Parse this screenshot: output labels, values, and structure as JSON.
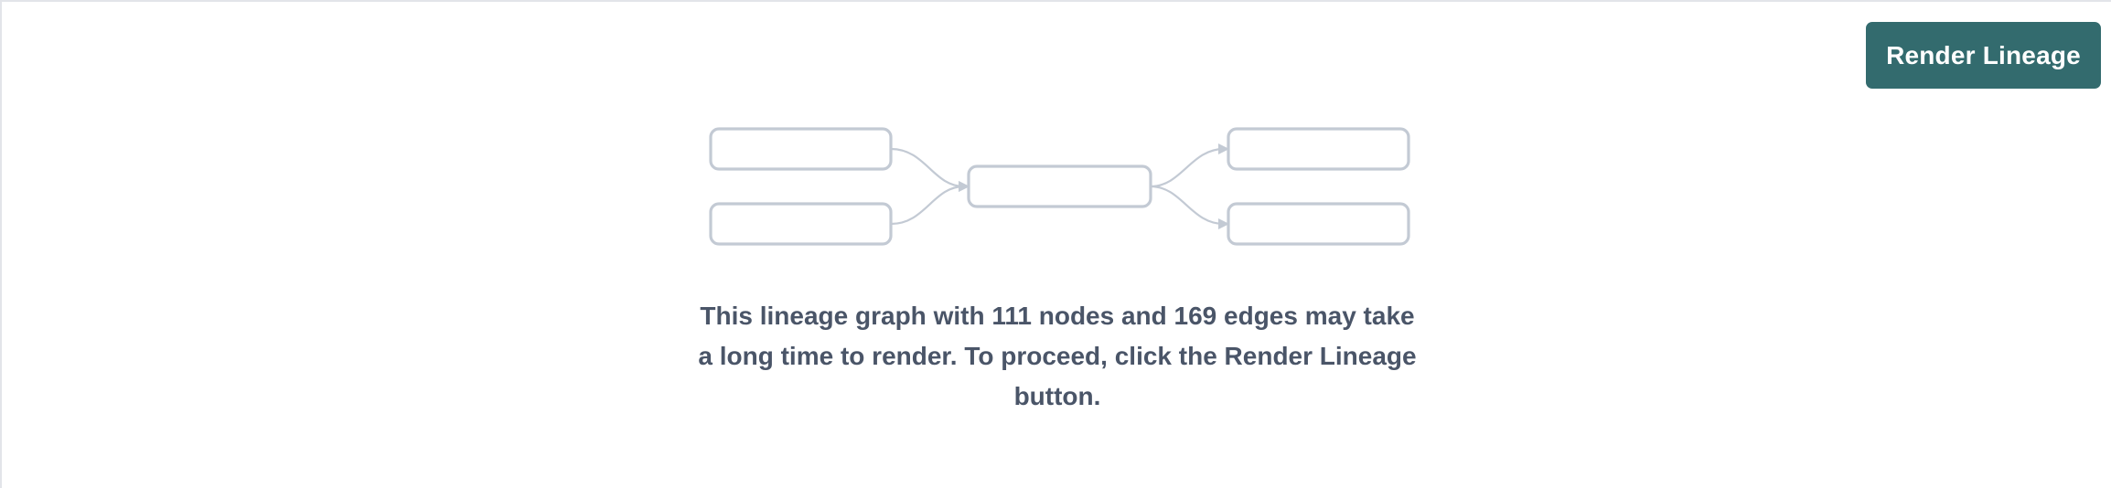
{
  "toolbar": {
    "render_button_label": "Render Lineage"
  },
  "message": {
    "text": "This lineage graph with 111 nodes and 169 edges may take a long time to render. To proceed, click the Render Lineage button.",
    "node_count": "111",
    "edge_count": "169"
  },
  "colors": {
    "accent": "#336b6e",
    "accent_text": "#ffffff",
    "node_border": "#c3cad4",
    "edge": "#c3cad4",
    "message_text": "#4a5568",
    "panel_border": "#e2e4e9",
    "background": "#ffffff"
  },
  "graph_placeholder": {
    "nodes": [
      {
        "id": "source-a",
        "column": "left",
        "row": "top",
        "label": ""
      },
      {
        "id": "source-b",
        "column": "left",
        "row": "bottom",
        "label": ""
      },
      {
        "id": "center",
        "column": "center",
        "row": "middle",
        "label": ""
      },
      {
        "id": "target-a",
        "column": "right",
        "row": "top",
        "label": ""
      },
      {
        "id": "target-b",
        "column": "right",
        "row": "bottom",
        "label": ""
      }
    ],
    "edges": [
      {
        "from": "source-a",
        "to": "center"
      },
      {
        "from": "source-b",
        "to": "center"
      },
      {
        "from": "center",
        "to": "target-a"
      },
      {
        "from": "center",
        "to": "target-b"
      }
    ]
  }
}
